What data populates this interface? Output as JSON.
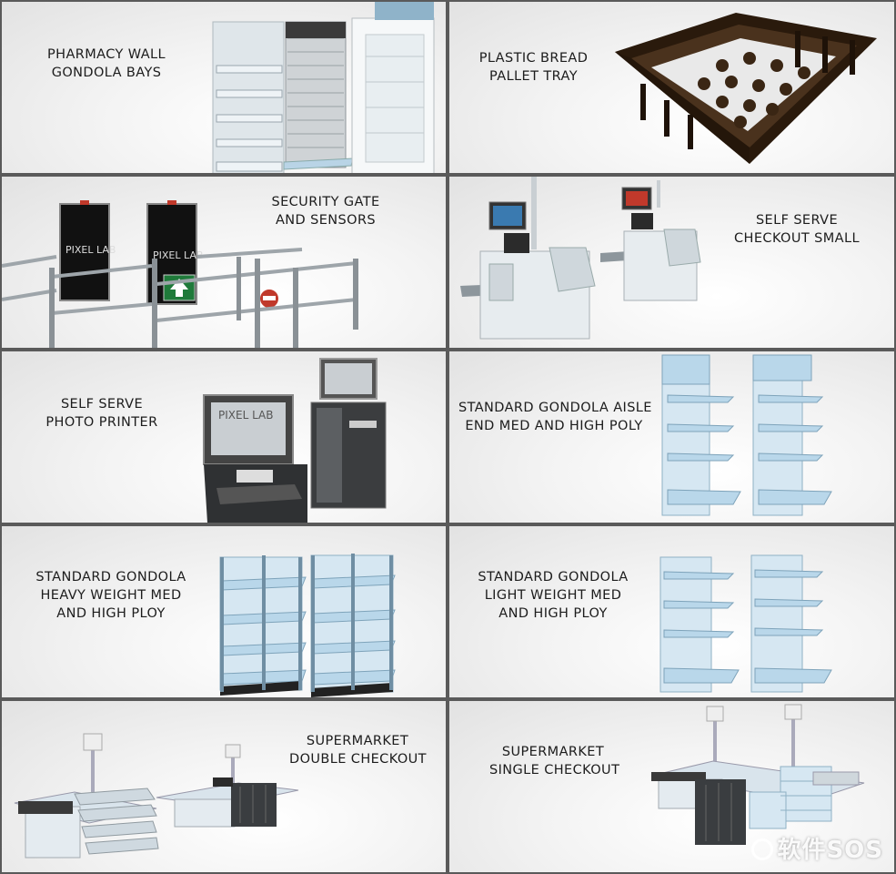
{
  "tiles": [
    {
      "id": "pharmacy-wall",
      "lines": [
        "PHARMACY WALL",
        "GONDOLA BAYS"
      ]
    },
    {
      "id": "bread-tray",
      "lines": [
        "PLASTIC BREAD",
        "PALLET TRAY"
      ]
    },
    {
      "id": "security-gate",
      "lines": [
        "SECURITY GATE",
        "AND SENSORS"
      ],
      "sign_text": "PIXEL LAB"
    },
    {
      "id": "self-checkout-small",
      "lines": [
        "SELF SERVE",
        "CHECKOUT SMALL"
      ]
    },
    {
      "id": "photo-printer",
      "lines": [
        "SELF SERVE",
        "PHOTO PRINTER"
      ],
      "sign_text": "PIXEL LAB"
    },
    {
      "id": "gondola-aisle-end",
      "lines": [
        "STANDARD GONDOLA AISLE",
        "END MED AND HIGH POLY"
      ]
    },
    {
      "id": "gondola-heavy",
      "lines": [
        "STANDARD GONDOLA",
        "HEAVY WEIGHT MED",
        "AND HIGH PLOY"
      ]
    },
    {
      "id": "gondola-light",
      "lines": [
        "STANDARD GONDOLA",
        "LIGHT WEIGHT MED",
        "AND HIGH PLOY"
      ]
    },
    {
      "id": "double-checkout",
      "lines": [
        "SUPERMARKET",
        "DOUBLE CHECKOUT"
      ]
    },
    {
      "id": "single-checkout",
      "lines": [
        "SUPERMARKET",
        "SINGLE CHECKOUT"
      ]
    }
  ],
  "watermark": "软件SOS",
  "colors": {
    "background": "#5a5a5a",
    "tile": "#f1f1f1",
    "shelf": "#cfe3ef",
    "dark": "#2b2b2b",
    "brown": "#3a2614"
  }
}
